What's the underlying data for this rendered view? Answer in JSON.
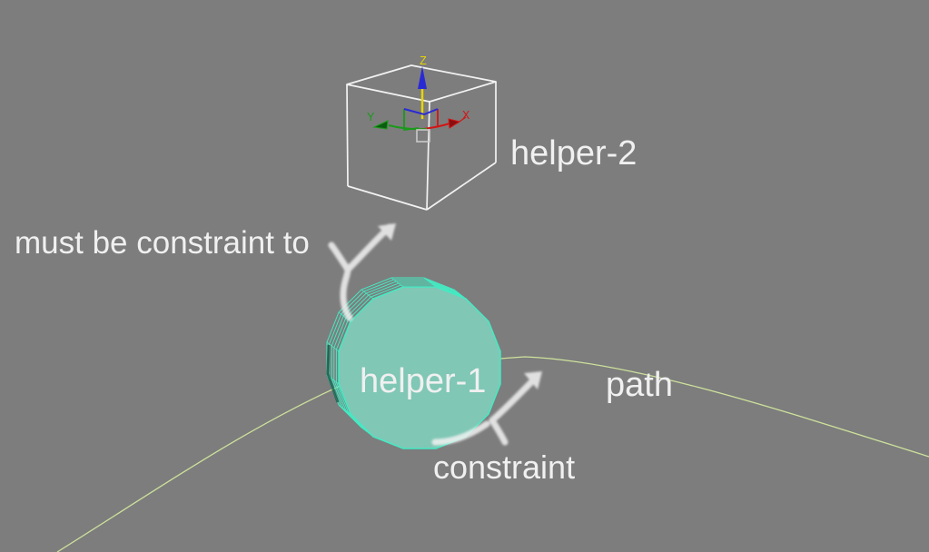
{
  "viewport": {
    "colors": {
      "background": "#7d7d7d",
      "text": "#f0f0f0",
      "path_line": "#cde29c",
      "disc_fill": "#80c7b5",
      "disc_wire": "#45eac3",
      "disc_wire_dark": "#0e4636",
      "cube_wire": "#f2f2f2",
      "axis_x": "#d41414",
      "axis_x_head": "#8a0f0f",
      "axis_y": "#1a9a1a",
      "axis_y_head": "#0b5c10",
      "axis_z_stem": "#e6d400",
      "axis_z_head": "#2a2ad4",
      "gizmo_square": "#c9c9c9",
      "arrow": "#f2f2f2"
    },
    "gizmo": {
      "x": "X",
      "y": "Y",
      "z": "Z"
    },
    "labels": {
      "helper2": "helper-2",
      "helper1": "helper-1",
      "path": "path"
    },
    "annotations": {
      "must_be_constraint_to": "must be constraint to",
      "constraint": "constraint"
    }
  }
}
